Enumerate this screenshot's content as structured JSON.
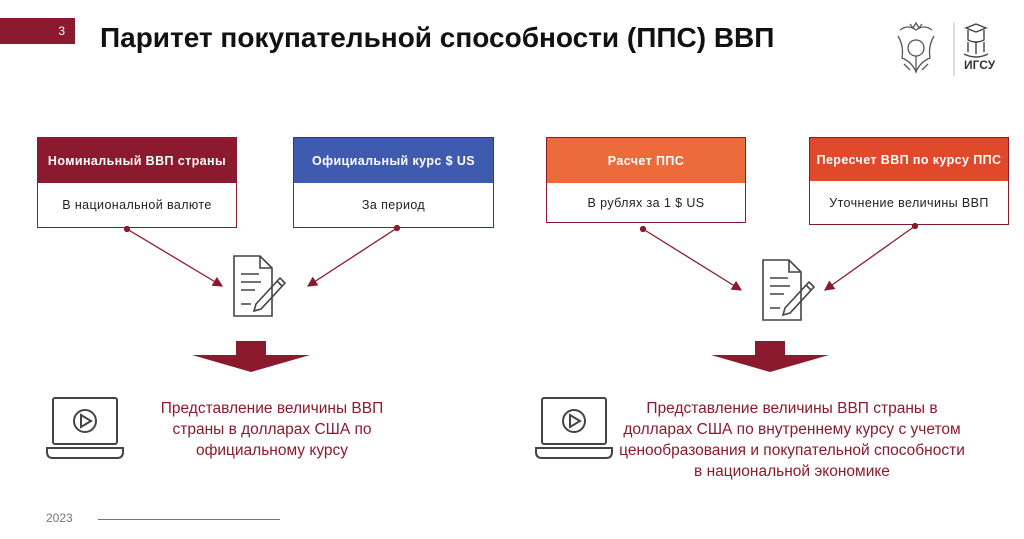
{
  "slide": {
    "page_number": "3",
    "title": "Паритет покупательной способности (ППС) ВВП",
    "logo_text": "ИГСУ",
    "year": "2023"
  },
  "colors": {
    "maroon": "#8b1a2e",
    "blue": "#3f5bb0",
    "orange": "#ed6a3a",
    "red_orange": "#e04a2a",
    "gray": "#444444"
  },
  "boxes": [
    {
      "header": "Номинальный ВВП страны",
      "body": "В национальной валюте",
      "color": "maroon"
    },
    {
      "header": "Официальный курс $ US",
      "body": "За период",
      "color": "blue"
    },
    {
      "header": "Расчет ППС",
      "body": "В рублях за 1 $ US",
      "color": "orange"
    },
    {
      "header": "Пересчет ВВП по курсу ППС",
      "body": "Уточнение величины ВВП",
      "color": "red_orange"
    }
  ],
  "results": [
    {
      "text": "Представление величины ВВП страны в долларах США по официальному курсу",
      "icon": "laptop-play-icon"
    },
    {
      "text": "Представление величины ВВП страны в долларах США по внутреннему курсу с учетом ценообразования и покупательной способности в национальной экономике",
      "icon": "laptop-play-icon"
    }
  ],
  "icons": [
    "document-pen-icon",
    "down-arrow-icon",
    "laptop-play-icon",
    "emblem-icon"
  ]
}
